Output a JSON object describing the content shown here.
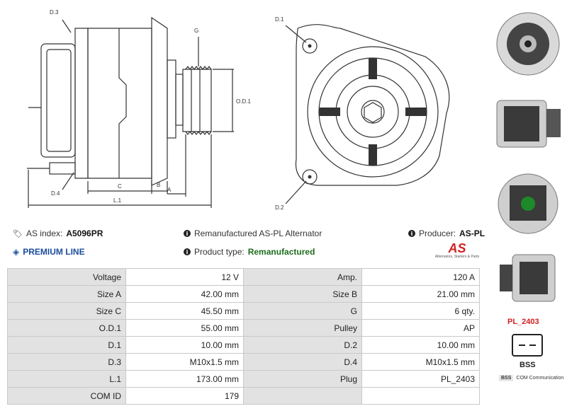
{
  "drawing": {
    "labels": {
      "d3": "D.3",
      "g": "G",
      "od1": "O.D.1",
      "d4": "D.4",
      "c": "C",
      "b": "B",
      "a": "A",
      "l1": "L.1",
      "d1": "D.1",
      "d2": "D.2"
    }
  },
  "info": {
    "as_index_label": "AS index:",
    "as_index_value": "A5096PR",
    "description": "Remanufactured AS-PL Alternator",
    "producer_label": "Producer:",
    "producer_value": "AS-PL",
    "premium_line": "PREMIUM LINE",
    "product_type_label": "Product type:",
    "product_type_value": "Remanufactured",
    "logo_text": "AS",
    "logo_tagline": "Alternators, Starters & Parts"
  },
  "specs": [
    {
      "k1": "Voltage",
      "v1": "12 V",
      "k2": "Amp.",
      "v2": "120 A"
    },
    {
      "k1": "Size A",
      "v1": "42.00 mm",
      "k2": "Size B",
      "v2": "21.00 mm"
    },
    {
      "k1": "Size C",
      "v1": "45.50 mm",
      "k2": "G",
      "v2": "6 qty."
    },
    {
      "k1": "O.D.1",
      "v1": "55.00 mm",
      "k2": "Pulley",
      "v2": "AP"
    },
    {
      "k1": "D.1",
      "v1": "10.00 mm",
      "k2": "D.2",
      "v2": "10.00 mm"
    },
    {
      "k1": "D.3",
      "v1": "M10x1.5 mm",
      "k2": "D.4",
      "v2": "M10x1.5 mm"
    },
    {
      "k1": "L.1",
      "v1": "173.00 mm",
      "k2": "Plug",
      "v2": "PL_2403"
    },
    {
      "k1": "COM ID",
      "v1": "179",
      "k2": "",
      "v2": ""
    }
  ],
  "side": {
    "plug_code": "PL_2403",
    "bss_label": "BSS",
    "legend_code": "BSS",
    "legend_text": "COM Communication"
  },
  "colors": {
    "accent_blue": "#1b4e9c",
    "plug_red": "#d42020",
    "type_green": "#1d6d1d",
    "table_key_bg": "#e2e2e2"
  }
}
